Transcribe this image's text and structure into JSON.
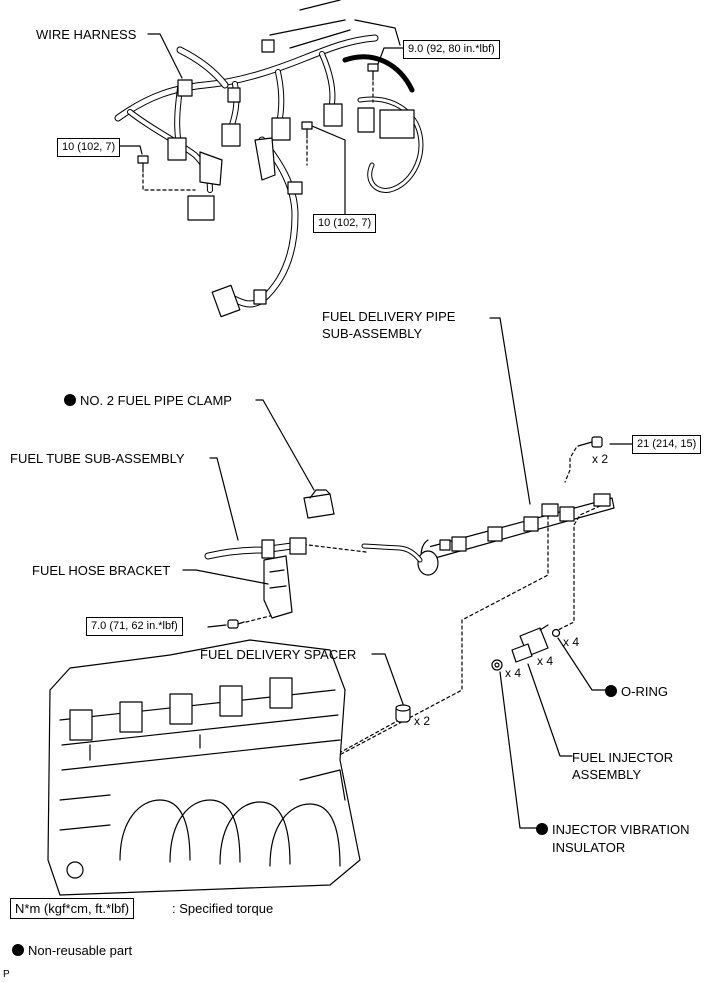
{
  "labels": {
    "wire_harness": "WIRE HARNESS",
    "fuel_delivery_pipe_line1": "FUEL DELIVERY PIPE",
    "fuel_delivery_pipe_line2": "SUB-ASSEMBLY",
    "no2_fuel_pipe_clamp": "NO. 2 FUEL PIPE CLAMP",
    "fuel_tube": "FUEL TUBE SUB-ASSEMBLY",
    "fuel_hose_bracket": "FUEL HOSE BRACKET",
    "fuel_delivery_spacer": "FUEL DELIVERY SPACER",
    "o_ring": "O-RING",
    "fuel_injector_line1": "FUEL INJECTOR",
    "fuel_injector_line2": "ASSEMBLY",
    "insulator_line1": "INJECTOR VIBRATION",
    "insulator_line2": "INSULATOR"
  },
  "torques": {
    "t_top_right": "9.0 (92, 80 in.*lbf)",
    "t_left": "10 (102, 7)",
    "t_center": "10 (102, 7)",
    "t_pipe_bolt": "21 (214, 15)",
    "t_bracket": "7.0 (71, 62 in.*lbf)"
  },
  "quantities": {
    "bolt_x2": "x 2",
    "oring_x4": "x 4",
    "injector_x4": "x 4",
    "insulator_x4": "x 4",
    "spacer_x2": "x 2"
  },
  "legend": {
    "torque_box": "N*m (kgf*cm, ft.*lbf)",
    "torque_text": ": Specified torque",
    "nonreusable_text": "Non-reusable part"
  },
  "corner_mark": "P"
}
